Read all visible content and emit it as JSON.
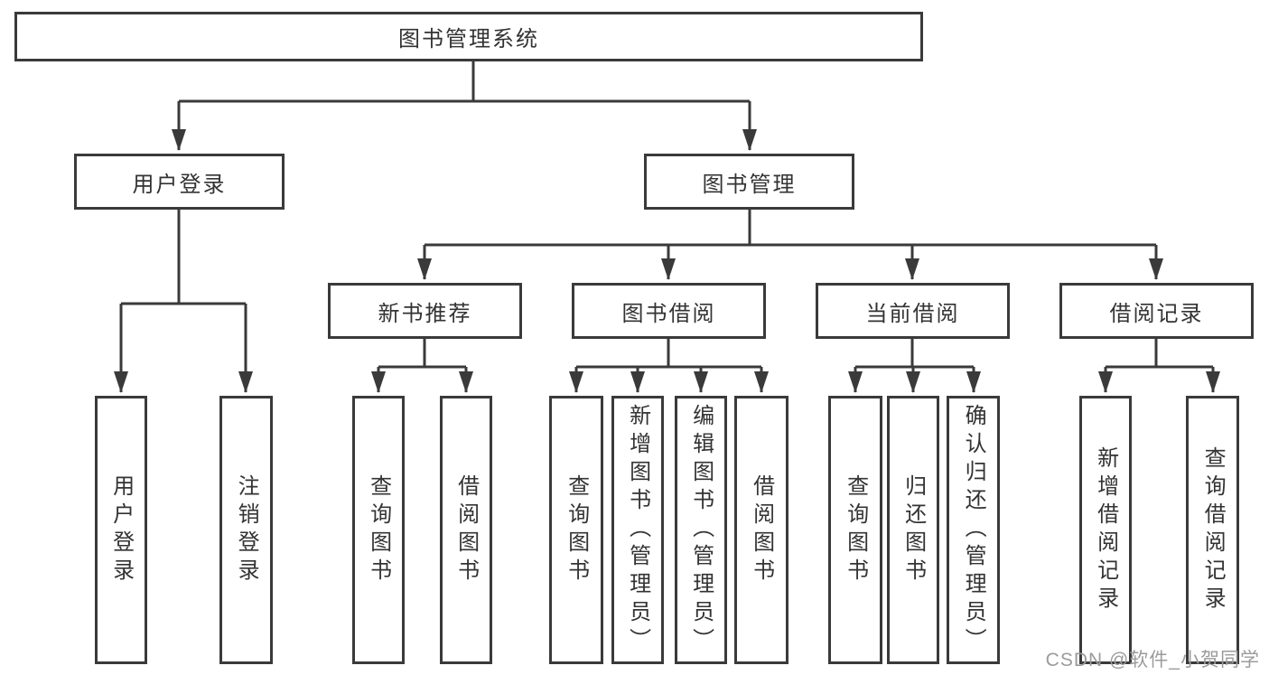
{
  "tree": {
    "root": "图书管理系统",
    "branches": [
      {
        "label": "用户登录",
        "children": [
          "用户登录",
          "注销登录"
        ]
      },
      {
        "label": "图书管理",
        "children": [
          {
            "label": "新书推荐",
            "children": [
              "查询图书",
              "借阅图书"
            ]
          },
          {
            "label": "图书借阅",
            "children": [
              "查询图书",
              "新增图书（管理员）",
              "编辑图书（管理员）",
              "借阅图书"
            ]
          },
          {
            "label": "当前借阅",
            "children": [
              "查询图书",
              "归还图书",
              "确认归还（管理员）"
            ]
          },
          {
            "label": "借阅记录",
            "children": [
              "新增借阅记录",
              "查询借阅记录"
            ]
          }
        ]
      }
    ]
  },
  "watermark": "CSDN @软件_小贺同学",
  "colors": {
    "line": "#3a3a3a",
    "box_border": "#3a3a3a",
    "box_fill": "#ffffff",
    "text": "#333333",
    "watermark_text": "#9b9b9b",
    "background": "#ffffff"
  }
}
